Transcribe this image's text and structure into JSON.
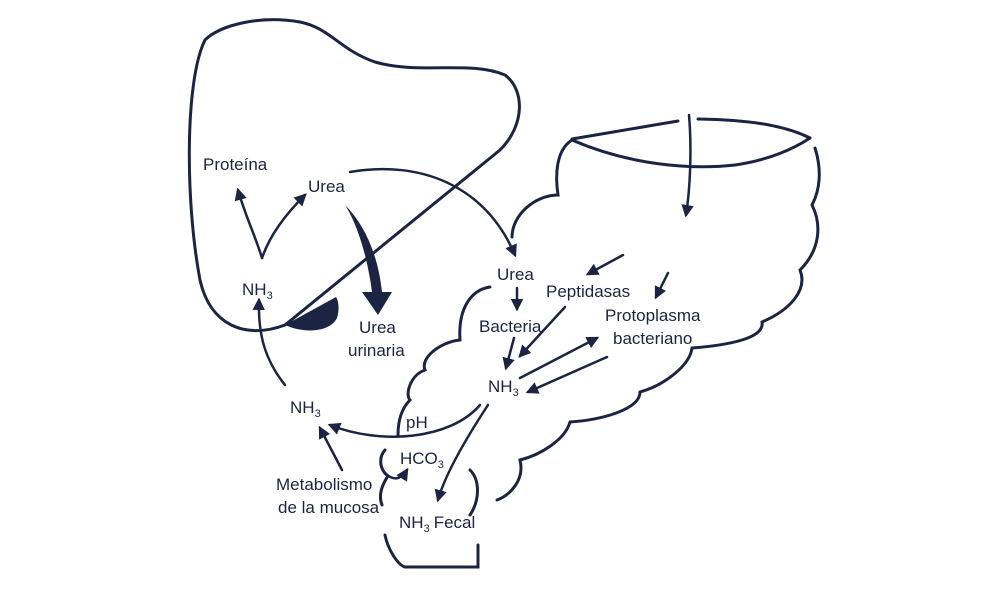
{
  "labels": {
    "proteina": "Proteína",
    "urea_liver": "Urea",
    "nh3_liver": "NH",
    "urea_urinaria_1": "Urea",
    "urea_urinaria_2": "urinaria",
    "urea_colon": "Urea",
    "bacteria": "Bacteria",
    "peptidasas": "Peptidasas",
    "protoplasma_1": "Protoplasma",
    "protoplasma_2": "bacteriano",
    "nh3_colon": "NH",
    "nh3_blood": "NH",
    "ph": "pH",
    "hco3": "HCO",
    "metabolismo_1": "Metabolismo",
    "metabolismo_2": "de la mucosa",
    "nh3_fecal_a": "NH",
    "nh3_fecal_b": "Fecal",
    "subscript_3": "3"
  },
  "colors": {
    "ink": "#1c2444"
  }
}
